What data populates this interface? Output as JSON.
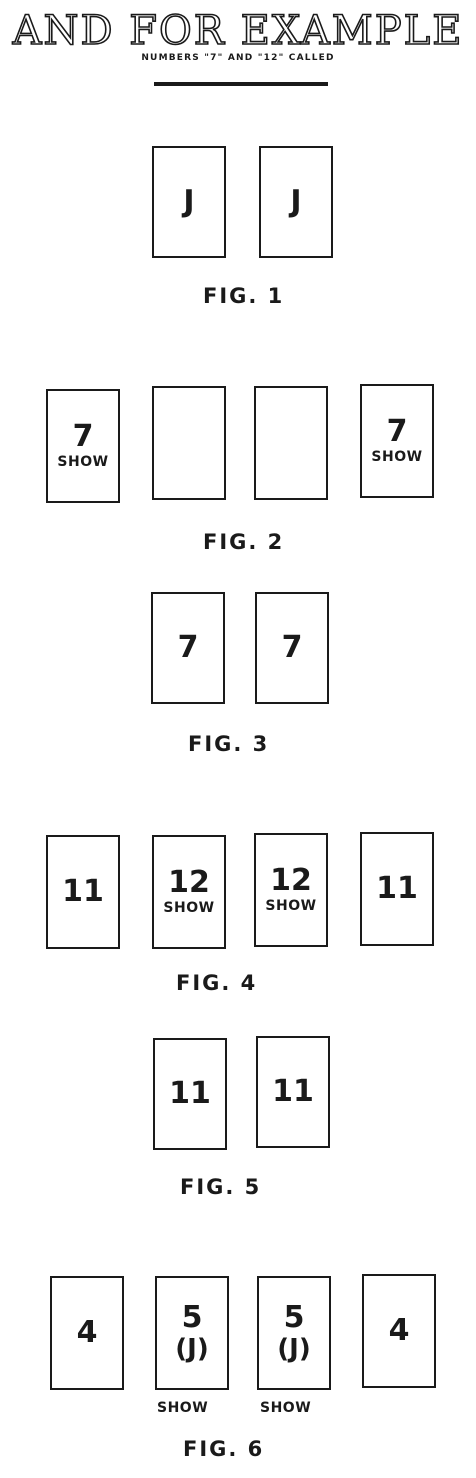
{
  "header": {
    "title": "AND FOR EXAMPLE",
    "subtitle": "NUMBERS \"7\" AND \"12\" CALLED"
  },
  "figures": [
    {
      "caption": "FIG. 1",
      "cards": [
        {
          "value": "J"
        },
        {
          "value": "J"
        }
      ]
    },
    {
      "caption": "FIG. 2",
      "cards": [
        {
          "value": "7",
          "note": "SHOW"
        },
        {
          "value": ""
        },
        {
          "value": ""
        },
        {
          "value": "7",
          "note": "SHOW"
        }
      ]
    },
    {
      "caption": "FIG. 3",
      "cards": [
        {
          "value": "7"
        },
        {
          "value": "7"
        }
      ]
    },
    {
      "caption": "FIG. 4",
      "cards": [
        {
          "value": "11"
        },
        {
          "value": "12",
          "note": "SHOW"
        },
        {
          "value": "12",
          "note": "SHOW"
        },
        {
          "value": "11"
        }
      ]
    },
    {
      "caption": "FIG. 5",
      "cards": [
        {
          "value": "11"
        },
        {
          "value": "11"
        }
      ]
    },
    {
      "caption": "FIG. 6",
      "cards": [
        {
          "value": "4"
        },
        {
          "value": "5",
          "sub": "(J)",
          "below": "SHOW"
        },
        {
          "value": "5",
          "sub": "(J)",
          "below": "SHOW"
        },
        {
          "value": "4"
        }
      ]
    }
  ]
}
